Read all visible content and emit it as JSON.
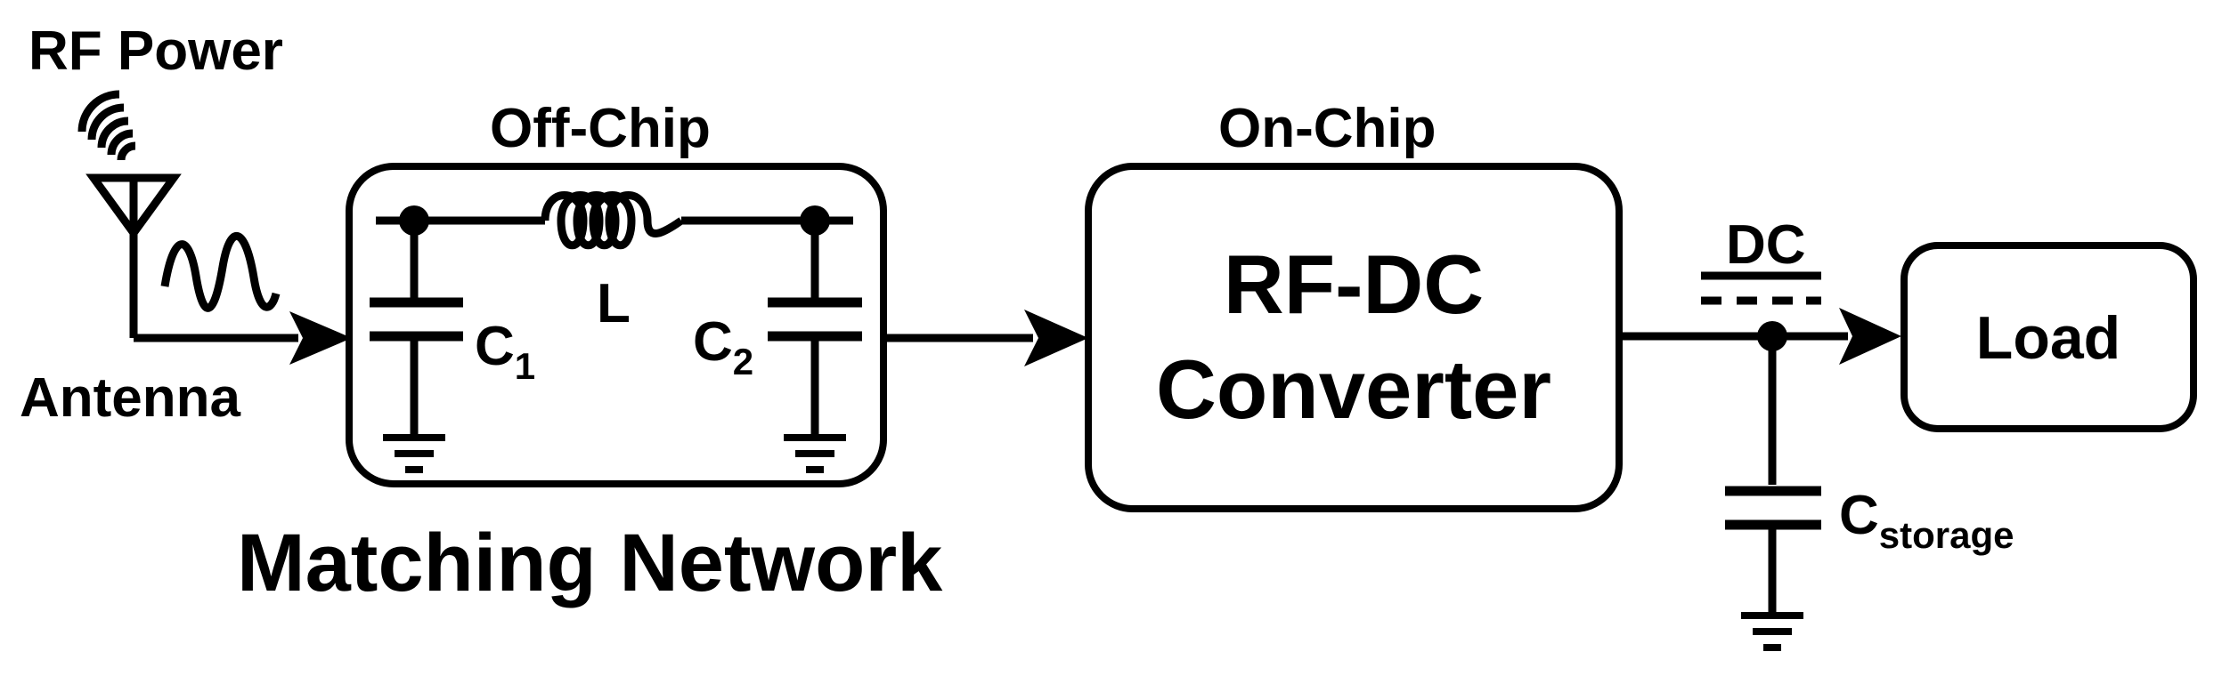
{
  "labels": {
    "rf_power": "RF Power",
    "antenna": "Antenna",
    "off_chip": "Off-Chip",
    "on_chip": "On-Chip",
    "matching_network": "Matching Network",
    "inductor": "L",
    "c1_main": "C",
    "c1_sub": "1",
    "c2_main": "C",
    "c2_sub": "2",
    "converter_line1": "RF-DC",
    "converter_line2": "Converter",
    "dc": "DC",
    "load": "Load",
    "cstorage_main": "C",
    "cstorage_sub": "storage"
  }
}
